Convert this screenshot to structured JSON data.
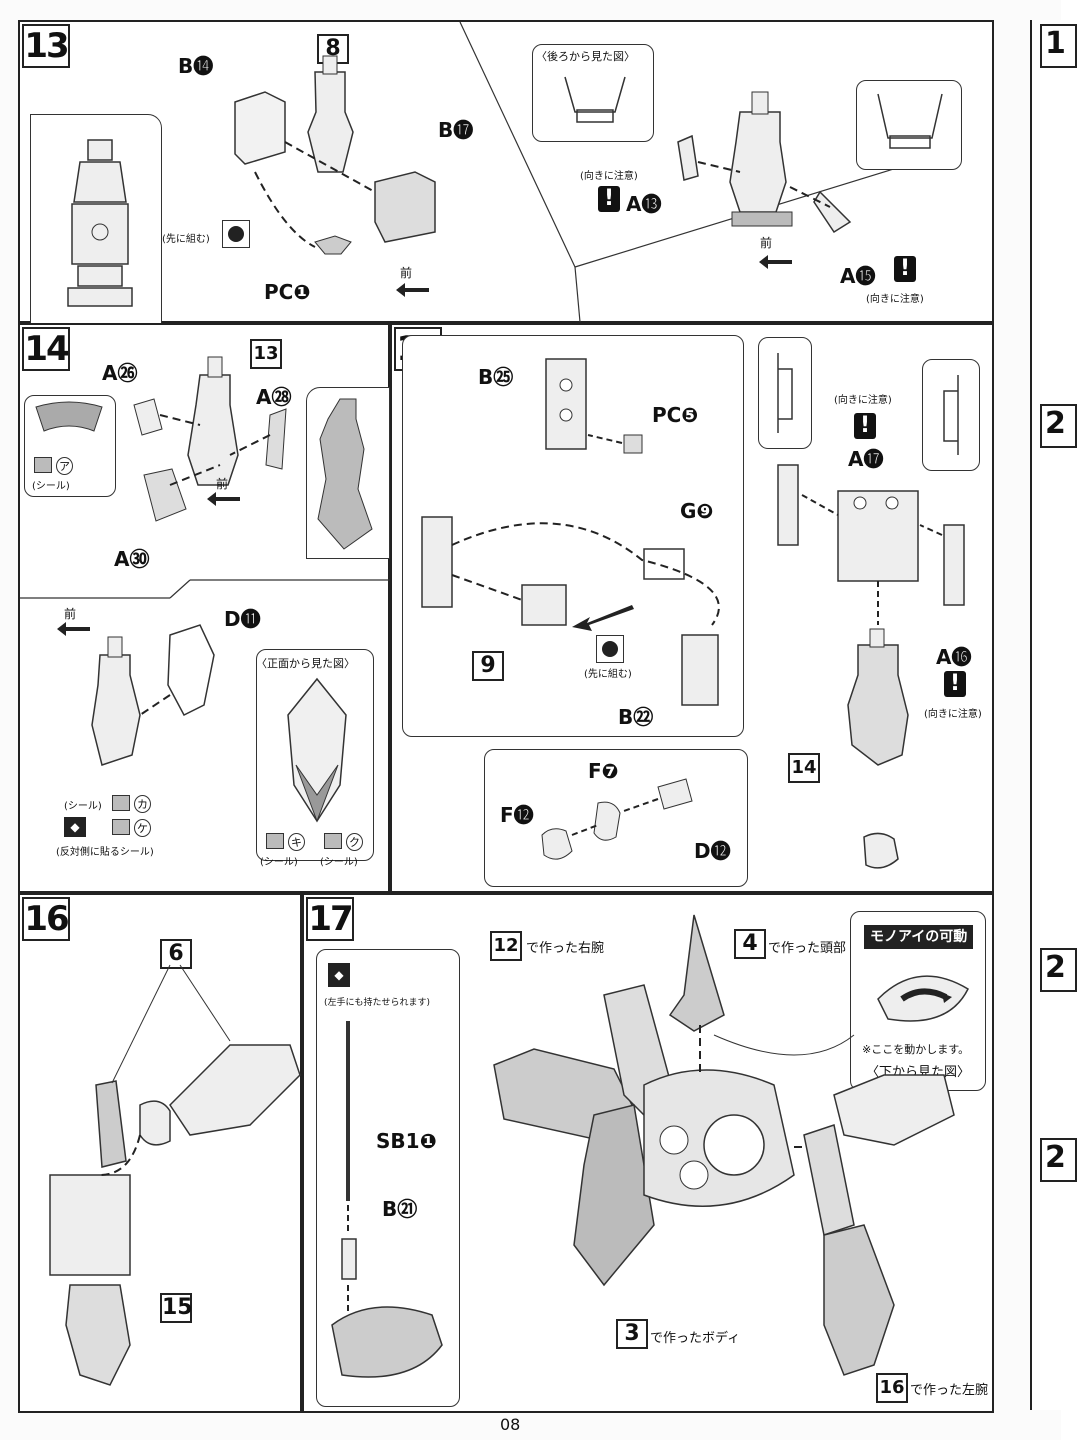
{
  "page_number": "08",
  "step13": {
    "number": "13",
    "ref_box": "8",
    "b14": "B⓮",
    "b17": "B⓱",
    "pc_j": "PC❶",
    "first_assemble": "(先に組む)",
    "front": "前",
    "back_view": "〈後ろから見た図〉",
    "caution": "(向きに注意)",
    "a13": "A⓭",
    "a15": "A⓯",
    "caution2": "(向きに注意)"
  },
  "step14": {
    "number": "14",
    "ref_box": "13",
    "a26": "A㉖",
    "a28": "A㉘",
    "a30": "A㉚",
    "d11": "D⓫",
    "front": "前",
    "front2": "前",
    "seal_a": "ア",
    "seal_label": "(シール)",
    "seal_ka": "カ",
    "seal_ke": "ケ",
    "seal_ki": "キ",
    "seal_ku": "ク",
    "front_view": "〈正面から見た図〉",
    "seal_paren": "(シール)",
    "opposite_seal": "(反対側に貼るシール)",
    "seal_kilabel": "(シール)",
    "seal_kulabel": "(シール)"
  },
  "step15": {
    "number": "15",
    "b25": "B㉕",
    "pc_e": "PC❺",
    "g9": "G❾",
    "b22": "B㉒",
    "ref9": "9",
    "first_assemble": "(先に組む)",
    "caution_top": "(向きに注意)",
    "a17": "A⓱",
    "a16": "A⓰",
    "caution_bottom": "(向きに注意)",
    "ref14": "14",
    "f7": "F❼",
    "f12": "F⓬",
    "d12": "D⓬"
  },
  "step16": {
    "number": "16",
    "ref6": "6",
    "ref15": "15"
  },
  "step17": {
    "number": "17",
    "left_hand_note": "(左手にも持たせられます)",
    "sb1": "SB1❶",
    "b21": "B㉑",
    "ref12": "12",
    "ref12_text": "で作った右腕",
    "ref4": "4",
    "ref4_text": "で作った頭部",
    "monoeye_title": "モノアイの可動",
    "monoeye_note": "※ここを動かします。",
    "bottom_view": "〈下から見た図〉",
    "ref3": "3",
    "ref3_text": "で作ったボディ",
    "ref16": "16",
    "ref16_text": "で作った左腕"
  },
  "right_stubs": [
    "1",
    "2",
    "2",
    "2"
  ]
}
